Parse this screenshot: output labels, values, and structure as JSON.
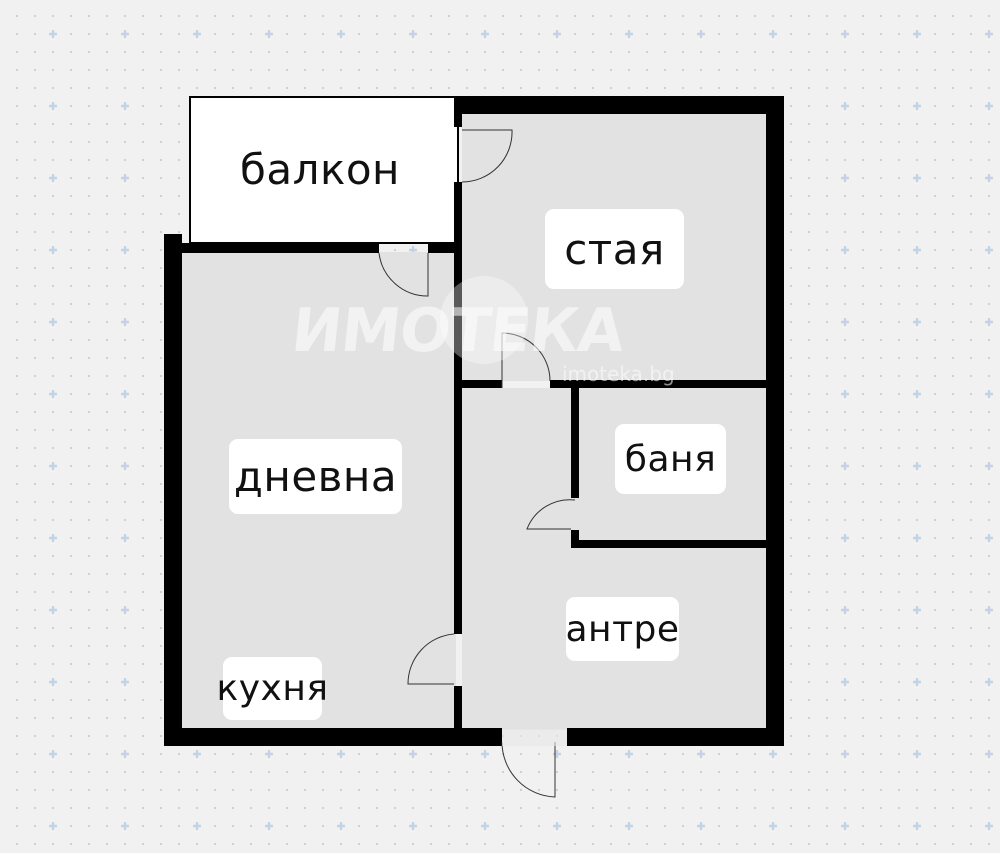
{
  "floorplan": {
    "rooms": [
      {
        "id": "balkon",
        "label": "балкон"
      },
      {
        "id": "staya",
        "label": "стая"
      },
      {
        "id": "dnevna",
        "label": "дневна"
      },
      {
        "id": "banya",
        "label": "баня"
      },
      {
        "id": "antre",
        "label": "антре"
      },
      {
        "id": "kuhnya",
        "label": "кухня"
      }
    ],
    "colors": {
      "background": "#f1f1f1",
      "room_fill": "#e2e2e2",
      "balcony_fill": "#ffffff",
      "wall": "#000000",
      "grid_dot": "#b8b8b8",
      "grid_cross": "#c3d3e6"
    }
  },
  "watermark": {
    "brand": "ИМОТЕКА",
    "url": "imoteka.bg"
  }
}
